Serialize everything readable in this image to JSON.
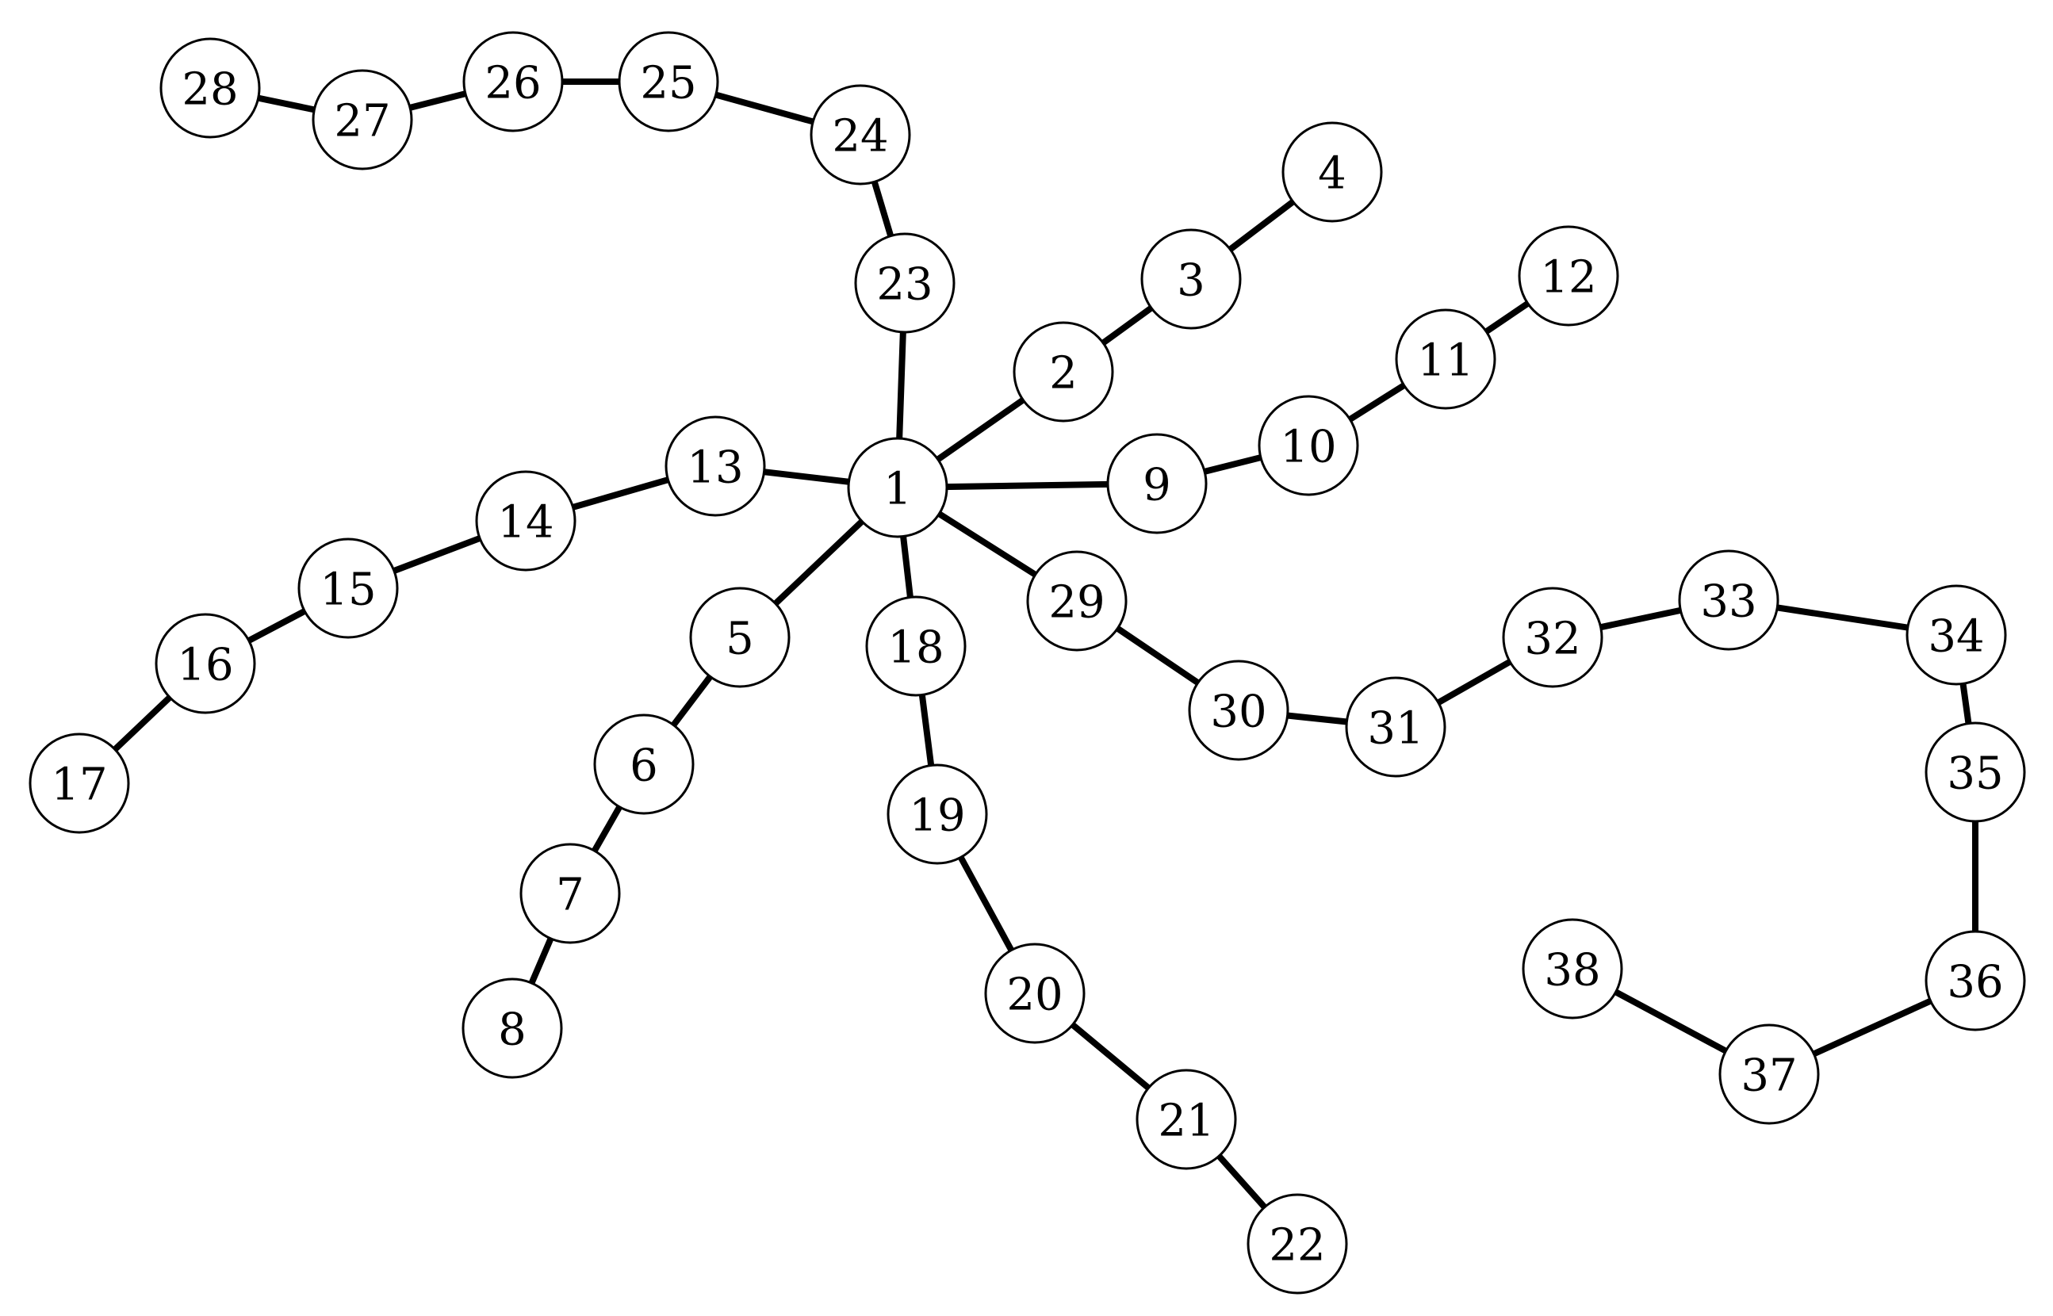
{
  "nodes": [
    {
      "id": "1",
      "label": "1"
    },
    {
      "id": "2",
      "label": "2"
    },
    {
      "id": "3",
      "label": "3"
    },
    {
      "id": "4",
      "label": "4"
    },
    {
      "id": "5",
      "label": "5"
    },
    {
      "id": "6",
      "label": "6"
    },
    {
      "id": "7",
      "label": "7"
    },
    {
      "id": "8",
      "label": "8"
    },
    {
      "id": "9",
      "label": "9"
    },
    {
      "id": "10",
      "label": "10"
    },
    {
      "id": "11",
      "label": "11"
    },
    {
      "id": "12",
      "label": "12"
    },
    {
      "id": "13",
      "label": "13"
    },
    {
      "id": "14",
      "label": "14"
    },
    {
      "id": "15",
      "label": "15"
    },
    {
      "id": "16",
      "label": "16"
    },
    {
      "id": "17",
      "label": "17"
    },
    {
      "id": "18",
      "label": "18"
    },
    {
      "id": "19",
      "label": "19"
    },
    {
      "id": "20",
      "label": "20"
    },
    {
      "id": "21",
      "label": "21"
    },
    {
      "id": "22",
      "label": "22"
    },
    {
      "id": "23",
      "label": "23"
    },
    {
      "id": "24",
      "label": "24"
    },
    {
      "id": "25",
      "label": "25"
    },
    {
      "id": "26",
      "label": "26"
    },
    {
      "id": "27",
      "label": "27"
    },
    {
      "id": "28",
      "label": "28"
    },
    {
      "id": "29",
      "label": "29"
    },
    {
      "id": "30",
      "label": "30"
    },
    {
      "id": "31",
      "label": "31"
    },
    {
      "id": "32",
      "label": "32"
    },
    {
      "id": "33",
      "label": "33"
    },
    {
      "id": "34",
      "label": "34"
    },
    {
      "id": "35",
      "label": "35"
    },
    {
      "id": "36",
      "label": "36"
    },
    {
      "id": "37",
      "label": "37"
    },
    {
      "id": "38",
      "label": "38"
    }
  ],
  "edges": [
    [
      "1",
      "2"
    ],
    [
      "2",
      "3"
    ],
    [
      "3",
      "4"
    ],
    [
      "1",
      "5"
    ],
    [
      "5",
      "6"
    ],
    [
      "6",
      "7"
    ],
    [
      "7",
      "8"
    ],
    [
      "1",
      "9"
    ],
    [
      "9",
      "10"
    ],
    [
      "10",
      "11"
    ],
    [
      "11",
      "12"
    ],
    [
      "1",
      "13"
    ],
    [
      "13",
      "14"
    ],
    [
      "14",
      "15"
    ],
    [
      "15",
      "16"
    ],
    [
      "16",
      "17"
    ],
    [
      "1",
      "18"
    ],
    [
      "18",
      "19"
    ],
    [
      "19",
      "20"
    ],
    [
      "20",
      "21"
    ],
    [
      "21",
      "22"
    ],
    [
      "1",
      "23"
    ],
    [
      "23",
      "24"
    ],
    [
      "24",
      "25"
    ],
    [
      "25",
      "26"
    ],
    [
      "26",
      "27"
    ],
    [
      "27",
      "28"
    ],
    [
      "1",
      "29"
    ],
    [
      "29",
      "30"
    ],
    [
      "30",
      "31"
    ],
    [
      "31",
      "32"
    ],
    [
      "32",
      "33"
    ],
    [
      "33",
      "34"
    ],
    [
      "34",
      "35"
    ],
    [
      "35",
      "36"
    ],
    [
      "36",
      "37"
    ],
    [
      "37",
      "38"
    ]
  ],
  "colors": {
    "edge": "#000000",
    "node_fill": "#ffffff",
    "node_stroke": "#000000",
    "label": "#000000"
  }
}
